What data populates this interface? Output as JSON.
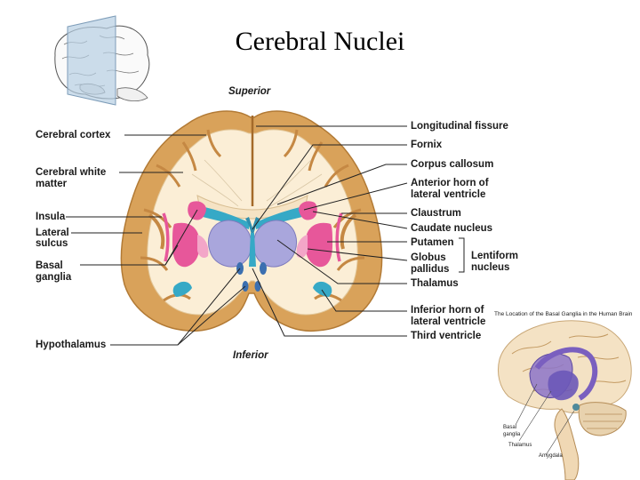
{
  "slide": {
    "title": "Cerebral Nuclei"
  },
  "diagram": {
    "orientation": {
      "top": "Superior",
      "bottom": "Inferior"
    },
    "left_labels": {
      "cerebral_cortex": "Cerebral cortex",
      "cerebral_white_matter_1": "Cerebral white",
      "cerebral_white_matter_2": "matter",
      "insula": "Insula",
      "lateral_sulcus_1": "Lateral",
      "lateral_sulcus_2": "sulcus",
      "basal_ganglia_1": "Basal",
      "basal_ganglia_2": "ganglia",
      "hypothalamus": "Hypothalamus"
    },
    "right_labels": {
      "longitudinal_fissure": "Longitudinal fissure",
      "fornix": "Fornix",
      "corpus_callosum": "Corpus callosum",
      "anterior_horn_1": "Anterior horn of",
      "anterior_horn_2": "lateral ventricle",
      "claustrum": "Claustrum",
      "caudate_nucleus": "Caudate nucleus",
      "putamen": "Putamen",
      "globus_pallidus_1": "Globus",
      "globus_pallidus_2": "pallidus",
      "lentiform_1": "Lentiform",
      "lentiform_2": "nucleus",
      "thalamus": "Thalamus",
      "inferior_horn_1": "Inferior horn of",
      "inferior_horn_2": "lateral ventricle",
      "third_ventricle": "Third ventricle"
    }
  },
  "inset_brain": {
    "caption": "The Location of the Basal Ganglia in the Human Brain",
    "labels": {
      "basal_ganglia_1": "Basal",
      "basal_ganglia_2": "ganglia",
      "thalamus": "Thalamus",
      "amygdala": "Amygdala"
    }
  },
  "colors": {
    "cortex": "#d9a25a",
    "white_matter": "#fbeed6",
    "ventricle": "#36a9c6",
    "thalamus": "#a9a6dc",
    "basal_ganglia": "#e7579a",
    "leader_line": "#222222"
  }
}
